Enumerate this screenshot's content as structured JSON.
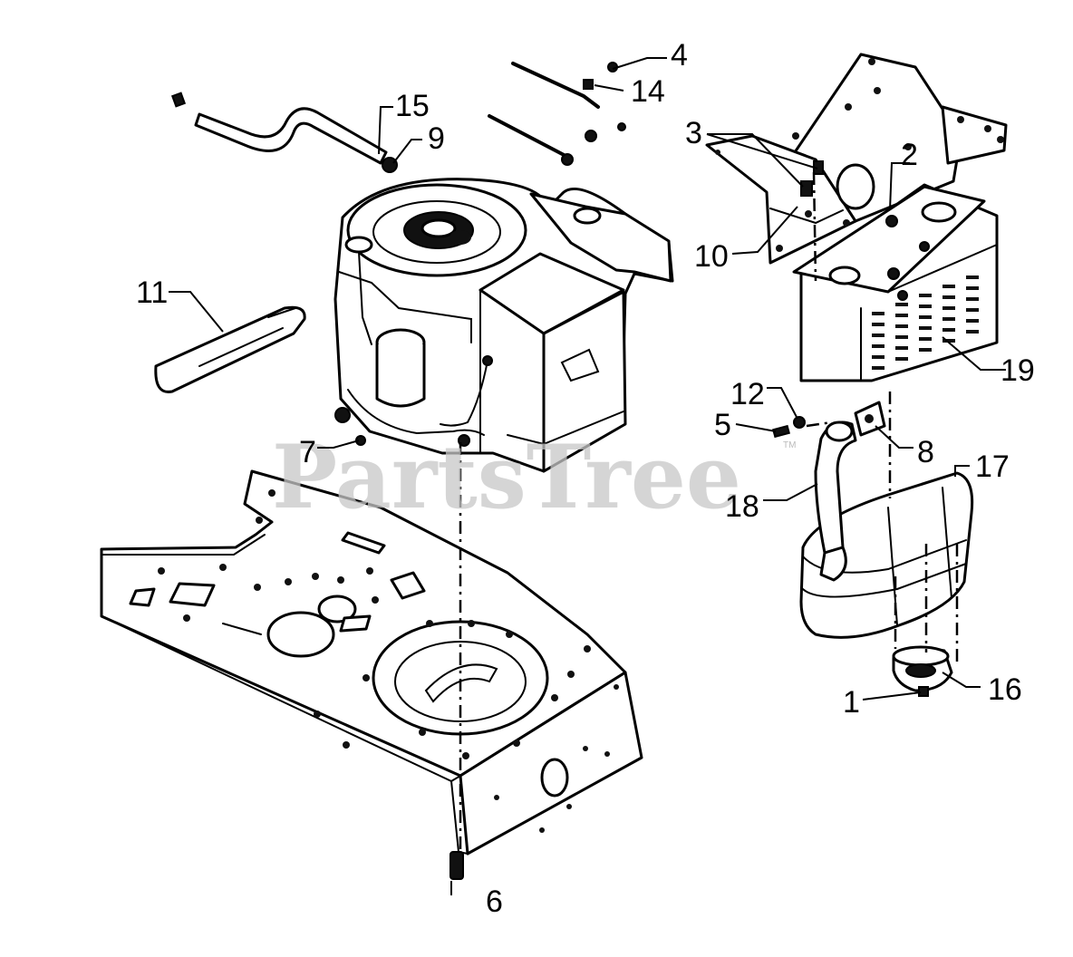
{
  "watermark": {
    "text": "PartsTree",
    "trademark": "TM"
  },
  "callouts": {
    "c1": "1",
    "c2": "2",
    "c3": "3",
    "c4": "4",
    "c5": "5",
    "c6": "6",
    "c7": "7",
    "c8": "8",
    "c9": "9",
    "c10": "10",
    "c11": "11",
    "c12": "12",
    "c14": "14",
    "c15": "15",
    "c16": "16",
    "c17": "17",
    "c18": "18",
    "c19": "19"
  }
}
